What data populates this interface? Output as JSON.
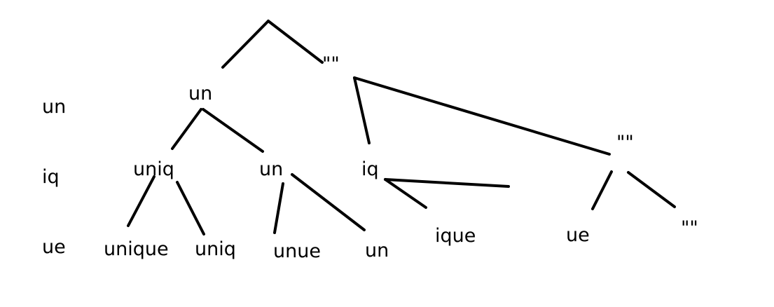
{
  "diagram": {
    "row_labels": {
      "row1": "un",
      "row2": "iq",
      "row3": "ue"
    },
    "nodes": {
      "level1_left": "un",
      "level1_right": "\"\"",
      "level2_uniq": "uniq",
      "level2_un": "un",
      "level2_iq": "iq",
      "level2_empty": "\"\"",
      "leaf_unique": "unique",
      "leaf_uniq": "uniq",
      "leaf_unue": "unue",
      "leaf_un": "un",
      "leaf_ique": "ique",
      "leaf_ue": "ue",
      "leaf_empty": "\"\""
    }
  }
}
